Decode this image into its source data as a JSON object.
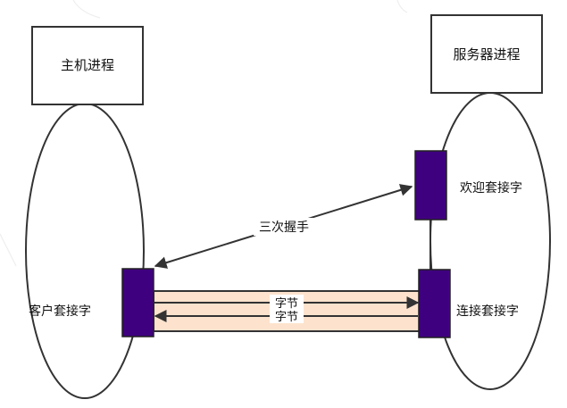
{
  "host": {
    "process_label": "主机进程",
    "socket_label": "客户套接字"
  },
  "server": {
    "process_label": "服务器进程",
    "welcome_socket_label": "欢迎套接字",
    "connection_socket_label": "连接套接字"
  },
  "handshake_label": "三次握手",
  "pipe": {
    "top_label": "字节",
    "bottom_label": "字节"
  },
  "colors": {
    "socket_fill": "#3f007f",
    "pipe_fill": "#fde3cd",
    "line": "#333333"
  }
}
